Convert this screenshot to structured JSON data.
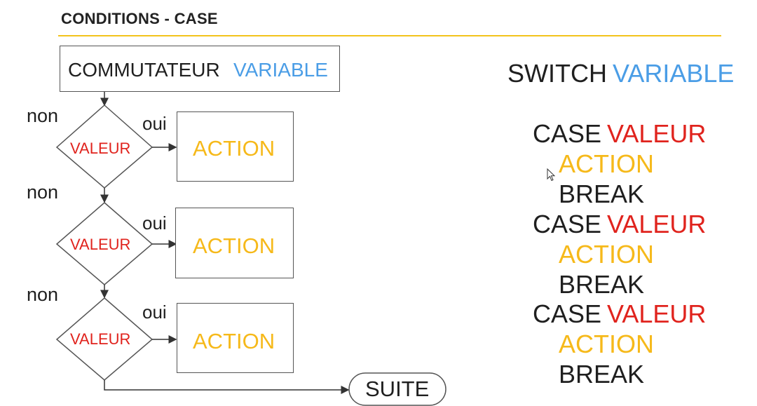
{
  "header": {
    "title": "CONDITIONS - CASE"
  },
  "flowchart": {
    "start_box": {
      "keyword": "COMMUTATEUR",
      "variable": "VARIABLE"
    },
    "decisions": [
      {
        "condition": "VALEUR",
        "yes": "oui",
        "no": "non",
        "action": "ACTION"
      },
      {
        "condition": "VALEUR",
        "yes": "oui",
        "no": "non",
        "action": "ACTION"
      },
      {
        "condition": "VALEUR",
        "yes": "oui",
        "no": "non",
        "action": "ACTION"
      }
    ],
    "end": "SUITE"
  },
  "code": {
    "switch_keyword": "SWITCH",
    "switch_variable": "VARIABLE",
    "cases": [
      {
        "keyword": "CASE",
        "value": "VALEUR",
        "action": "ACTION",
        "break": "BREAK"
      },
      {
        "keyword": "CASE",
        "value": "VALEUR",
        "action": "ACTION",
        "break": "BREAK"
      },
      {
        "keyword": "CASE",
        "value": "VALEUR",
        "action": "ACTION",
        "break": "BREAK"
      }
    ]
  },
  "colors": {
    "accent_rule": "#f3c31c",
    "variable": "#4a9de6",
    "value": "#e0231d",
    "action": "#f6b91a",
    "text": "#1f1f1f"
  },
  "icons": [
    "mouse-cursor-icon"
  ]
}
